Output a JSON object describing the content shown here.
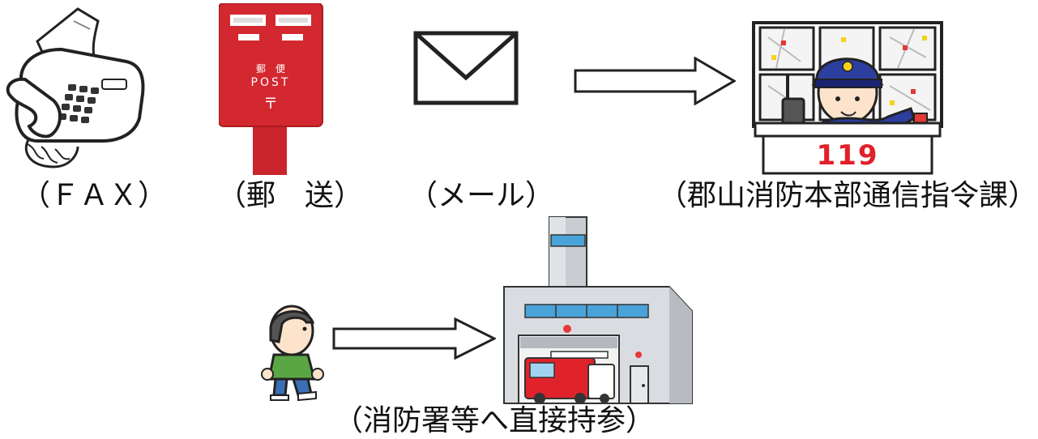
{
  "captions": {
    "fax": "（ＦＡＸ）",
    "post": "（郵　送）",
    "mail": "（メール）",
    "dispatch": "（郡山消防本部通信指令課）",
    "direct": "（消防署等へ直接持参）"
  },
  "post_box": {
    "line1": "郵　便",
    "line2": "POST",
    "mark": "〒"
  },
  "dispatch_desk": {
    "number": "119"
  }
}
